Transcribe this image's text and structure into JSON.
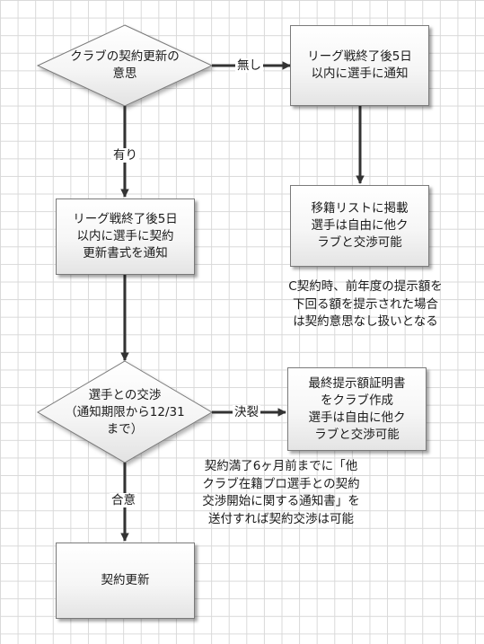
{
  "nodes": {
    "decision_renewal": "クラブの契約更新の\n意思",
    "notify_no_renewal": "リーグ戦終了後5日\n以内に選手に通知",
    "transfer_list": "移籍リストに掲載\n選手は自由に他ク\nラブと交渉可能",
    "notify_renewal": "リーグ戦終了後5日\n以内に選手に契約\n更新書式を通知",
    "decision_negotiation": "選手との交渉\n（通知期限から12/31\nまで）",
    "final_offer": "最終提示額証明書\nをクラブ作成\n選手は自由に他ク\nラブと交渉可能",
    "contract_renewal": "契約更新"
  },
  "edge_labels": {
    "none": "無し",
    "yes": "有り",
    "breakdown": "決裂",
    "agreement": "合意"
  },
  "notes": {
    "c_contract": "C契約時、前年度の提示額を\n下回る額を提示された場合\nは契約意思なし扱いとなる",
    "six_months": "契約満了6ヶ月前までに「他\nクラブ在籍プロ選手との契約\n交渉開始に関する通知書」を\n送付すれば契約交渉は可能"
  },
  "colors": {
    "stroke": "#7a7a7a",
    "arrow": "#333333",
    "grid": "#d9d9d9"
  }
}
